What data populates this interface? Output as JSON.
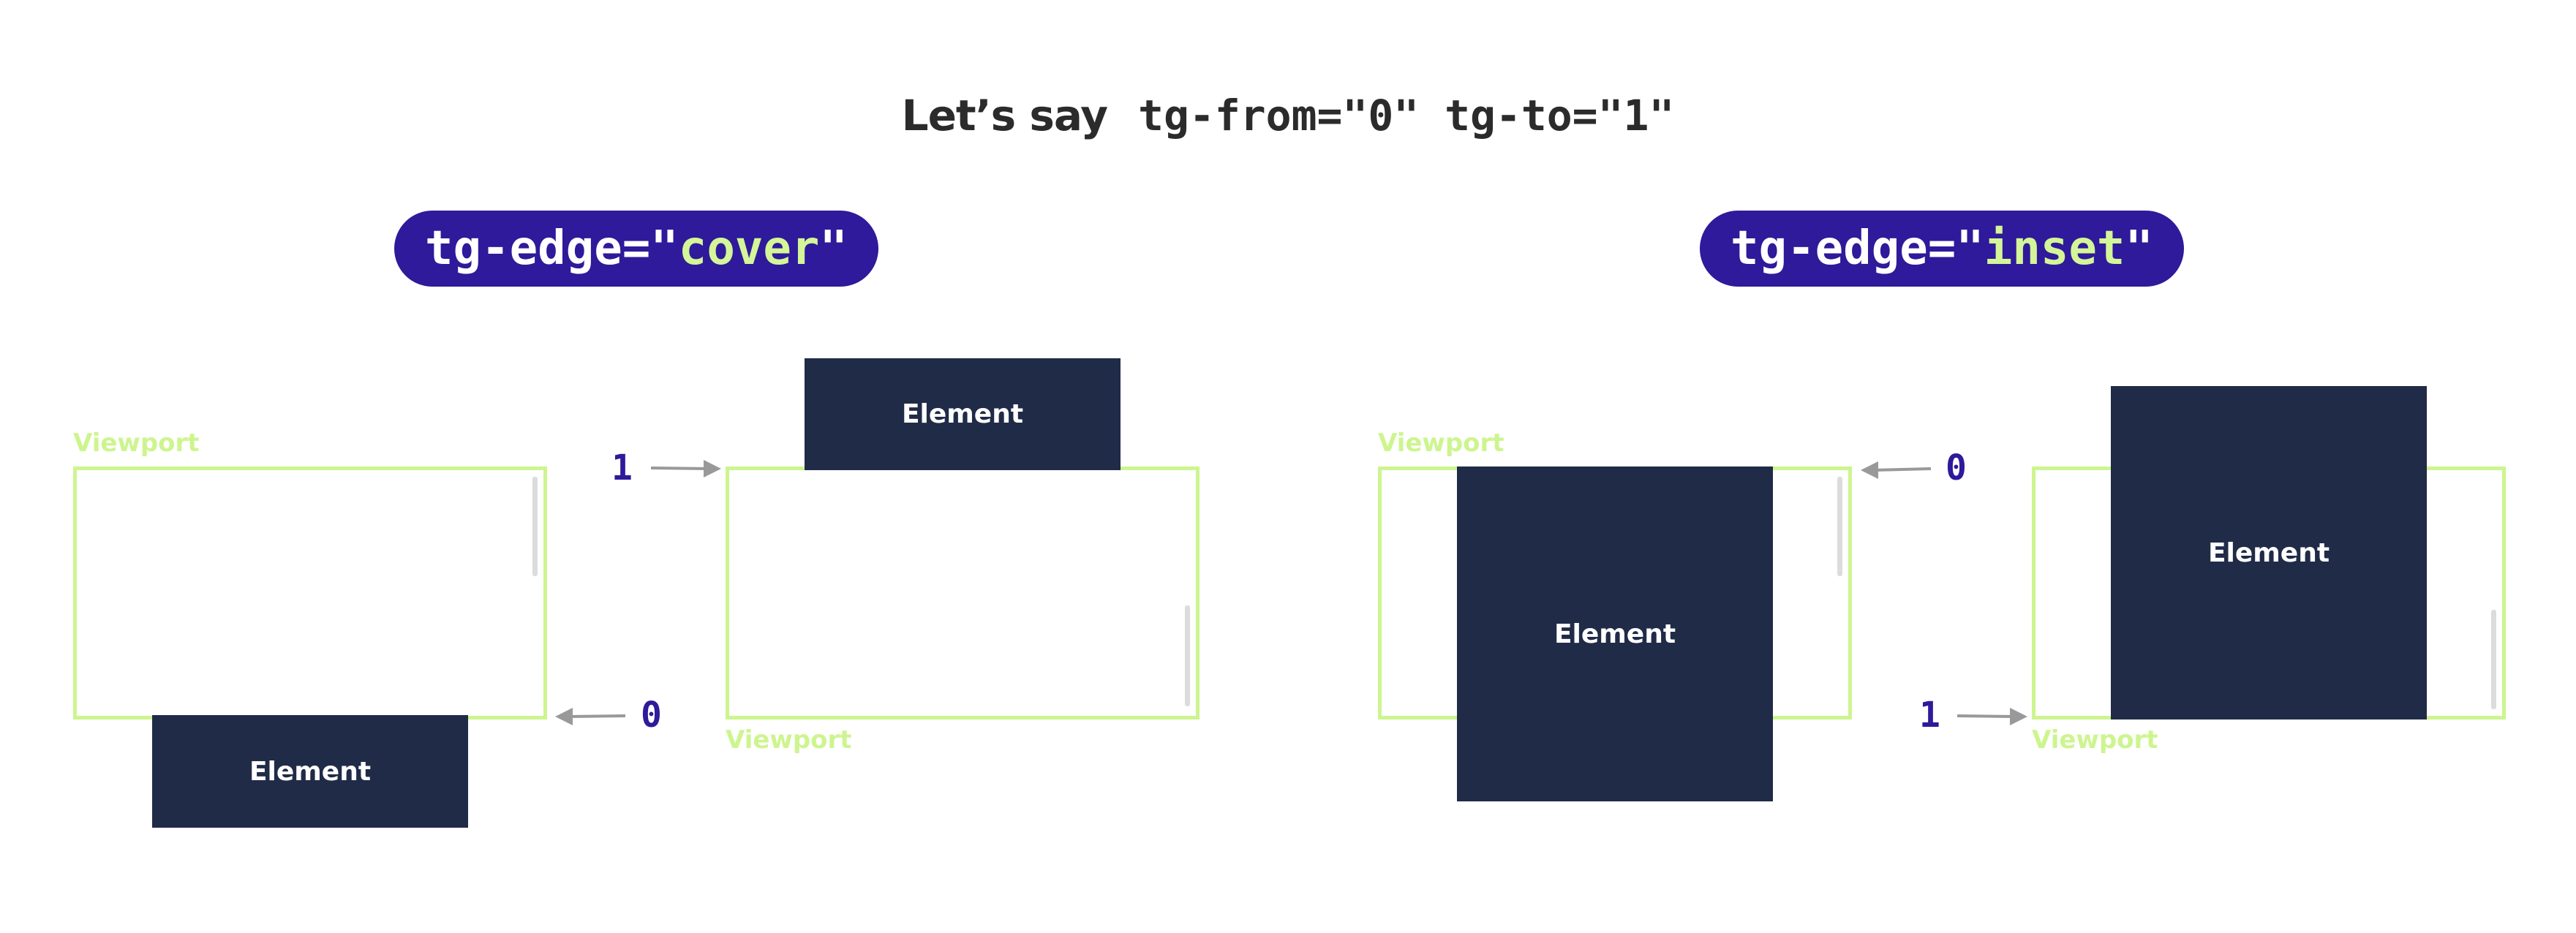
{
  "heading": {
    "prefix": "Let’s say",
    "code": "tg-from=\"0\" tg-to=\"1\""
  },
  "panels": [
    {
      "pill": {
        "prefix": "tg-edge=\"",
        "value": "cover",
        "suffix": "\""
      },
      "start_state": {
        "viewport_label": "Viewport",
        "element_label": "Element",
        "marker": "0"
      },
      "end_state": {
        "viewport_label": "Viewport",
        "element_label": "Element",
        "marker": "1"
      }
    },
    {
      "pill": {
        "prefix": "tg-edge=\"",
        "value": "inset",
        "suffix": "\""
      },
      "start_state": {
        "viewport_label": "Viewport",
        "element_label": "Element",
        "marker": "0"
      },
      "end_state": {
        "viewport_label": "Viewport",
        "element_label": "Element",
        "marker": "1"
      }
    }
  ],
  "colors": {
    "pill_bg": "#2e1a9a",
    "pill_value": "#d4f598",
    "viewport_border": "#cdf58f",
    "element_bg": "#202b48",
    "marker_text": "#2e1a9a",
    "arrow": "#999999"
  }
}
